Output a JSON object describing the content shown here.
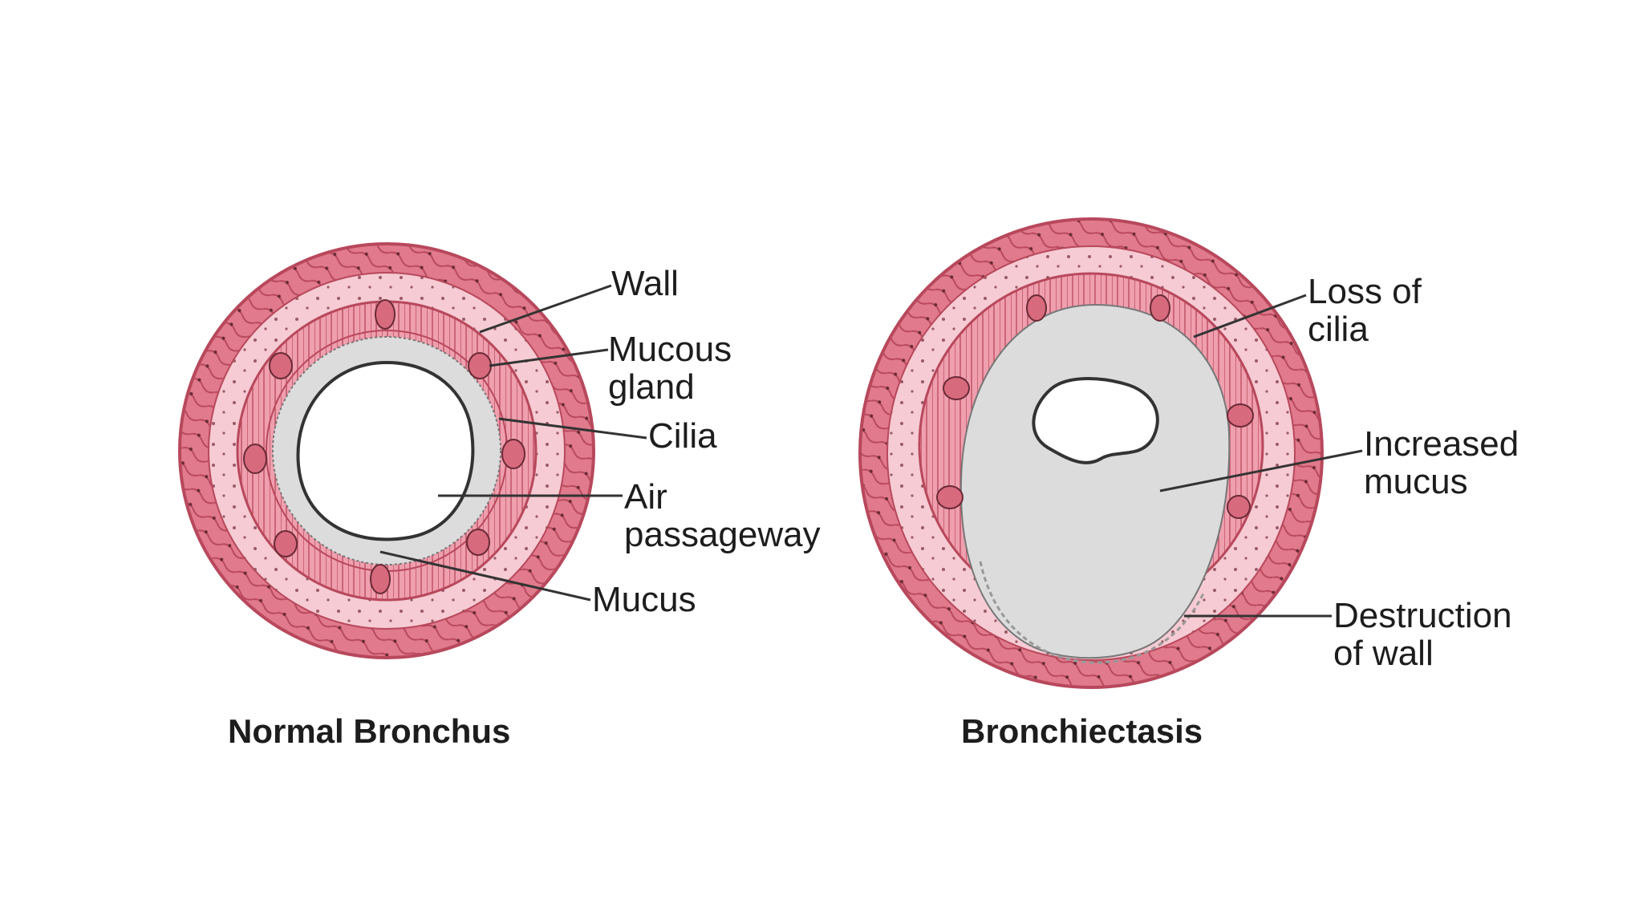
{
  "normal": {
    "title": "Normal Bronchus",
    "labels": {
      "wall": "Wall",
      "mucous_gland": [
        "Mucous",
        "gland"
      ],
      "cilia": "Cilia",
      "air_passageway": [
        "Air",
        "passageway"
      ],
      "mucus": "Mucus"
    }
  },
  "bronchiectasis": {
    "title": "Bronchiectasis",
    "labels": {
      "loss_of_cilia": [
        "Loss of",
        "cilia"
      ],
      "increased_mucus": [
        "Increased",
        "mucus"
      ],
      "destruction_of_wall": [
        "Destruction",
        "of wall"
      ]
    }
  },
  "colors": {
    "outer_wall": "#e07a8c",
    "wall_dark": "#b8485c",
    "middle_layer": "#f6cbd3",
    "epithelium": "#ef9fae",
    "mucus": "#dcdcdc",
    "lumen": "#ffffff",
    "text": "#1d1d1d"
  }
}
